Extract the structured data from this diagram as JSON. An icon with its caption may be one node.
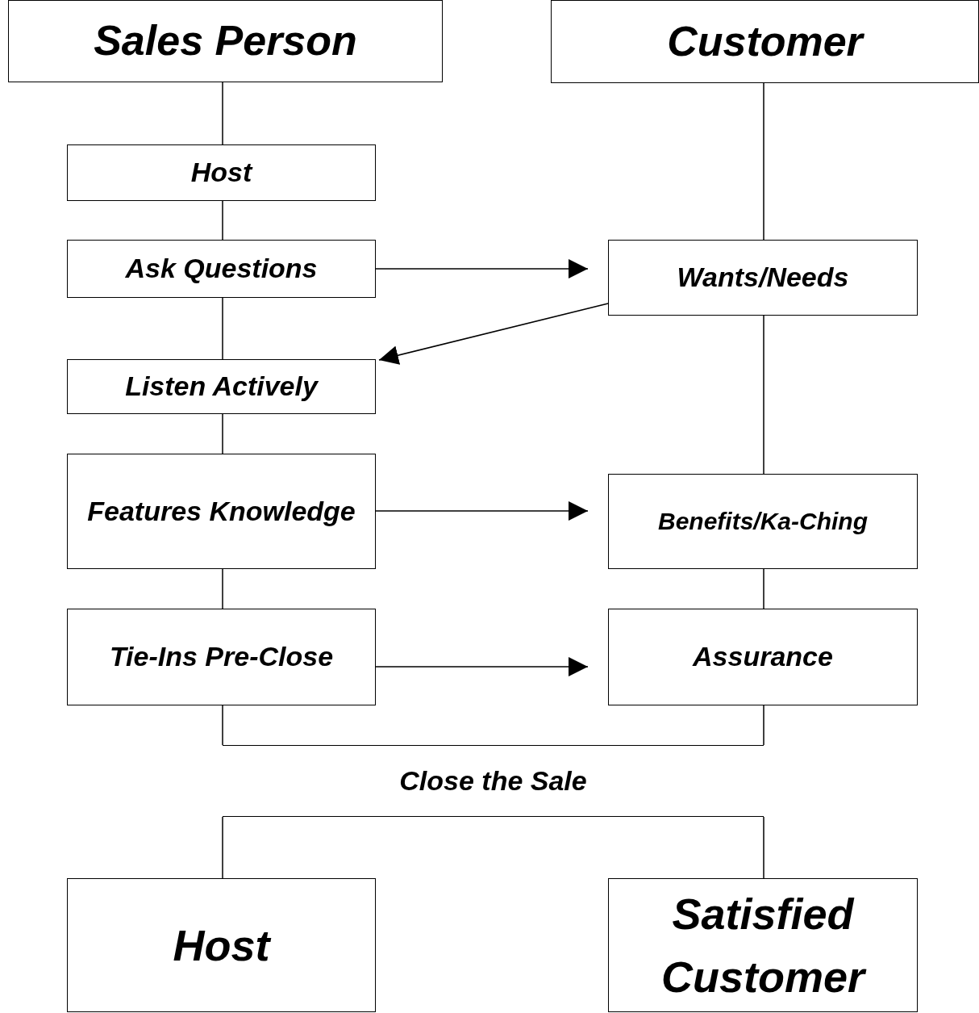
{
  "diagram": {
    "nodes": [
      {
        "text": [
          "Sales Person"
        ]
      },
      {
        "text": [
          "Customer"
        ]
      },
      {
        "text": [
          "Host"
        ]
      },
      {
        "text": [
          "Ask Questions"
        ]
      },
      {
        "text": [
          "Wants/Needs"
        ]
      },
      {
        "text": [
          "Listen Actively"
        ]
      },
      {
        "text": [
          "Features Knowledge"
        ]
      },
      {
        "text": [
          "Benefits/Ka-Ching"
        ]
      },
      {
        "text": [
          "Tie-Ins Pre-Close"
        ]
      },
      {
        "text": [
          "Assurance"
        ]
      },
      {
        "text": [
          "Close the Sale"
        ]
      },
      {
        "text": [
          "Host"
        ]
      },
      {
        "text": [
          "Satisfied Customer"
        ]
      }
    ],
    "edges": [
      {
        "from": 0,
        "to": 2,
        "arrow": "none"
      },
      {
        "from": 2,
        "to": 3,
        "arrow": "none"
      },
      {
        "from": 3,
        "to": 5,
        "arrow": "none"
      },
      {
        "from": 5,
        "to": 6,
        "arrow": "none"
      },
      {
        "from": 6,
        "to": 8,
        "arrow": "none"
      },
      {
        "from": 1,
        "to": 4,
        "arrow": "none"
      },
      {
        "from": 4,
        "to": 7,
        "arrow": "none"
      },
      {
        "from": 7,
        "to": 9,
        "arrow": "none"
      },
      {
        "from": 3,
        "to": 4,
        "arrow": "to"
      },
      {
        "from": 4,
        "to": 5,
        "arrow": "to"
      },
      {
        "from": 6,
        "to": 7,
        "arrow": "to"
      },
      {
        "from": 8,
        "to": 9,
        "arrow": "to"
      },
      {
        "from": 8,
        "to": 10,
        "arrow": "none"
      },
      {
        "from": 9,
        "to": 10,
        "arrow": "none"
      },
      {
        "from": 10,
        "to": 11,
        "arrow": "none"
      },
      {
        "from": 10,
        "to": 12,
        "arrow": "none"
      }
    ]
  }
}
